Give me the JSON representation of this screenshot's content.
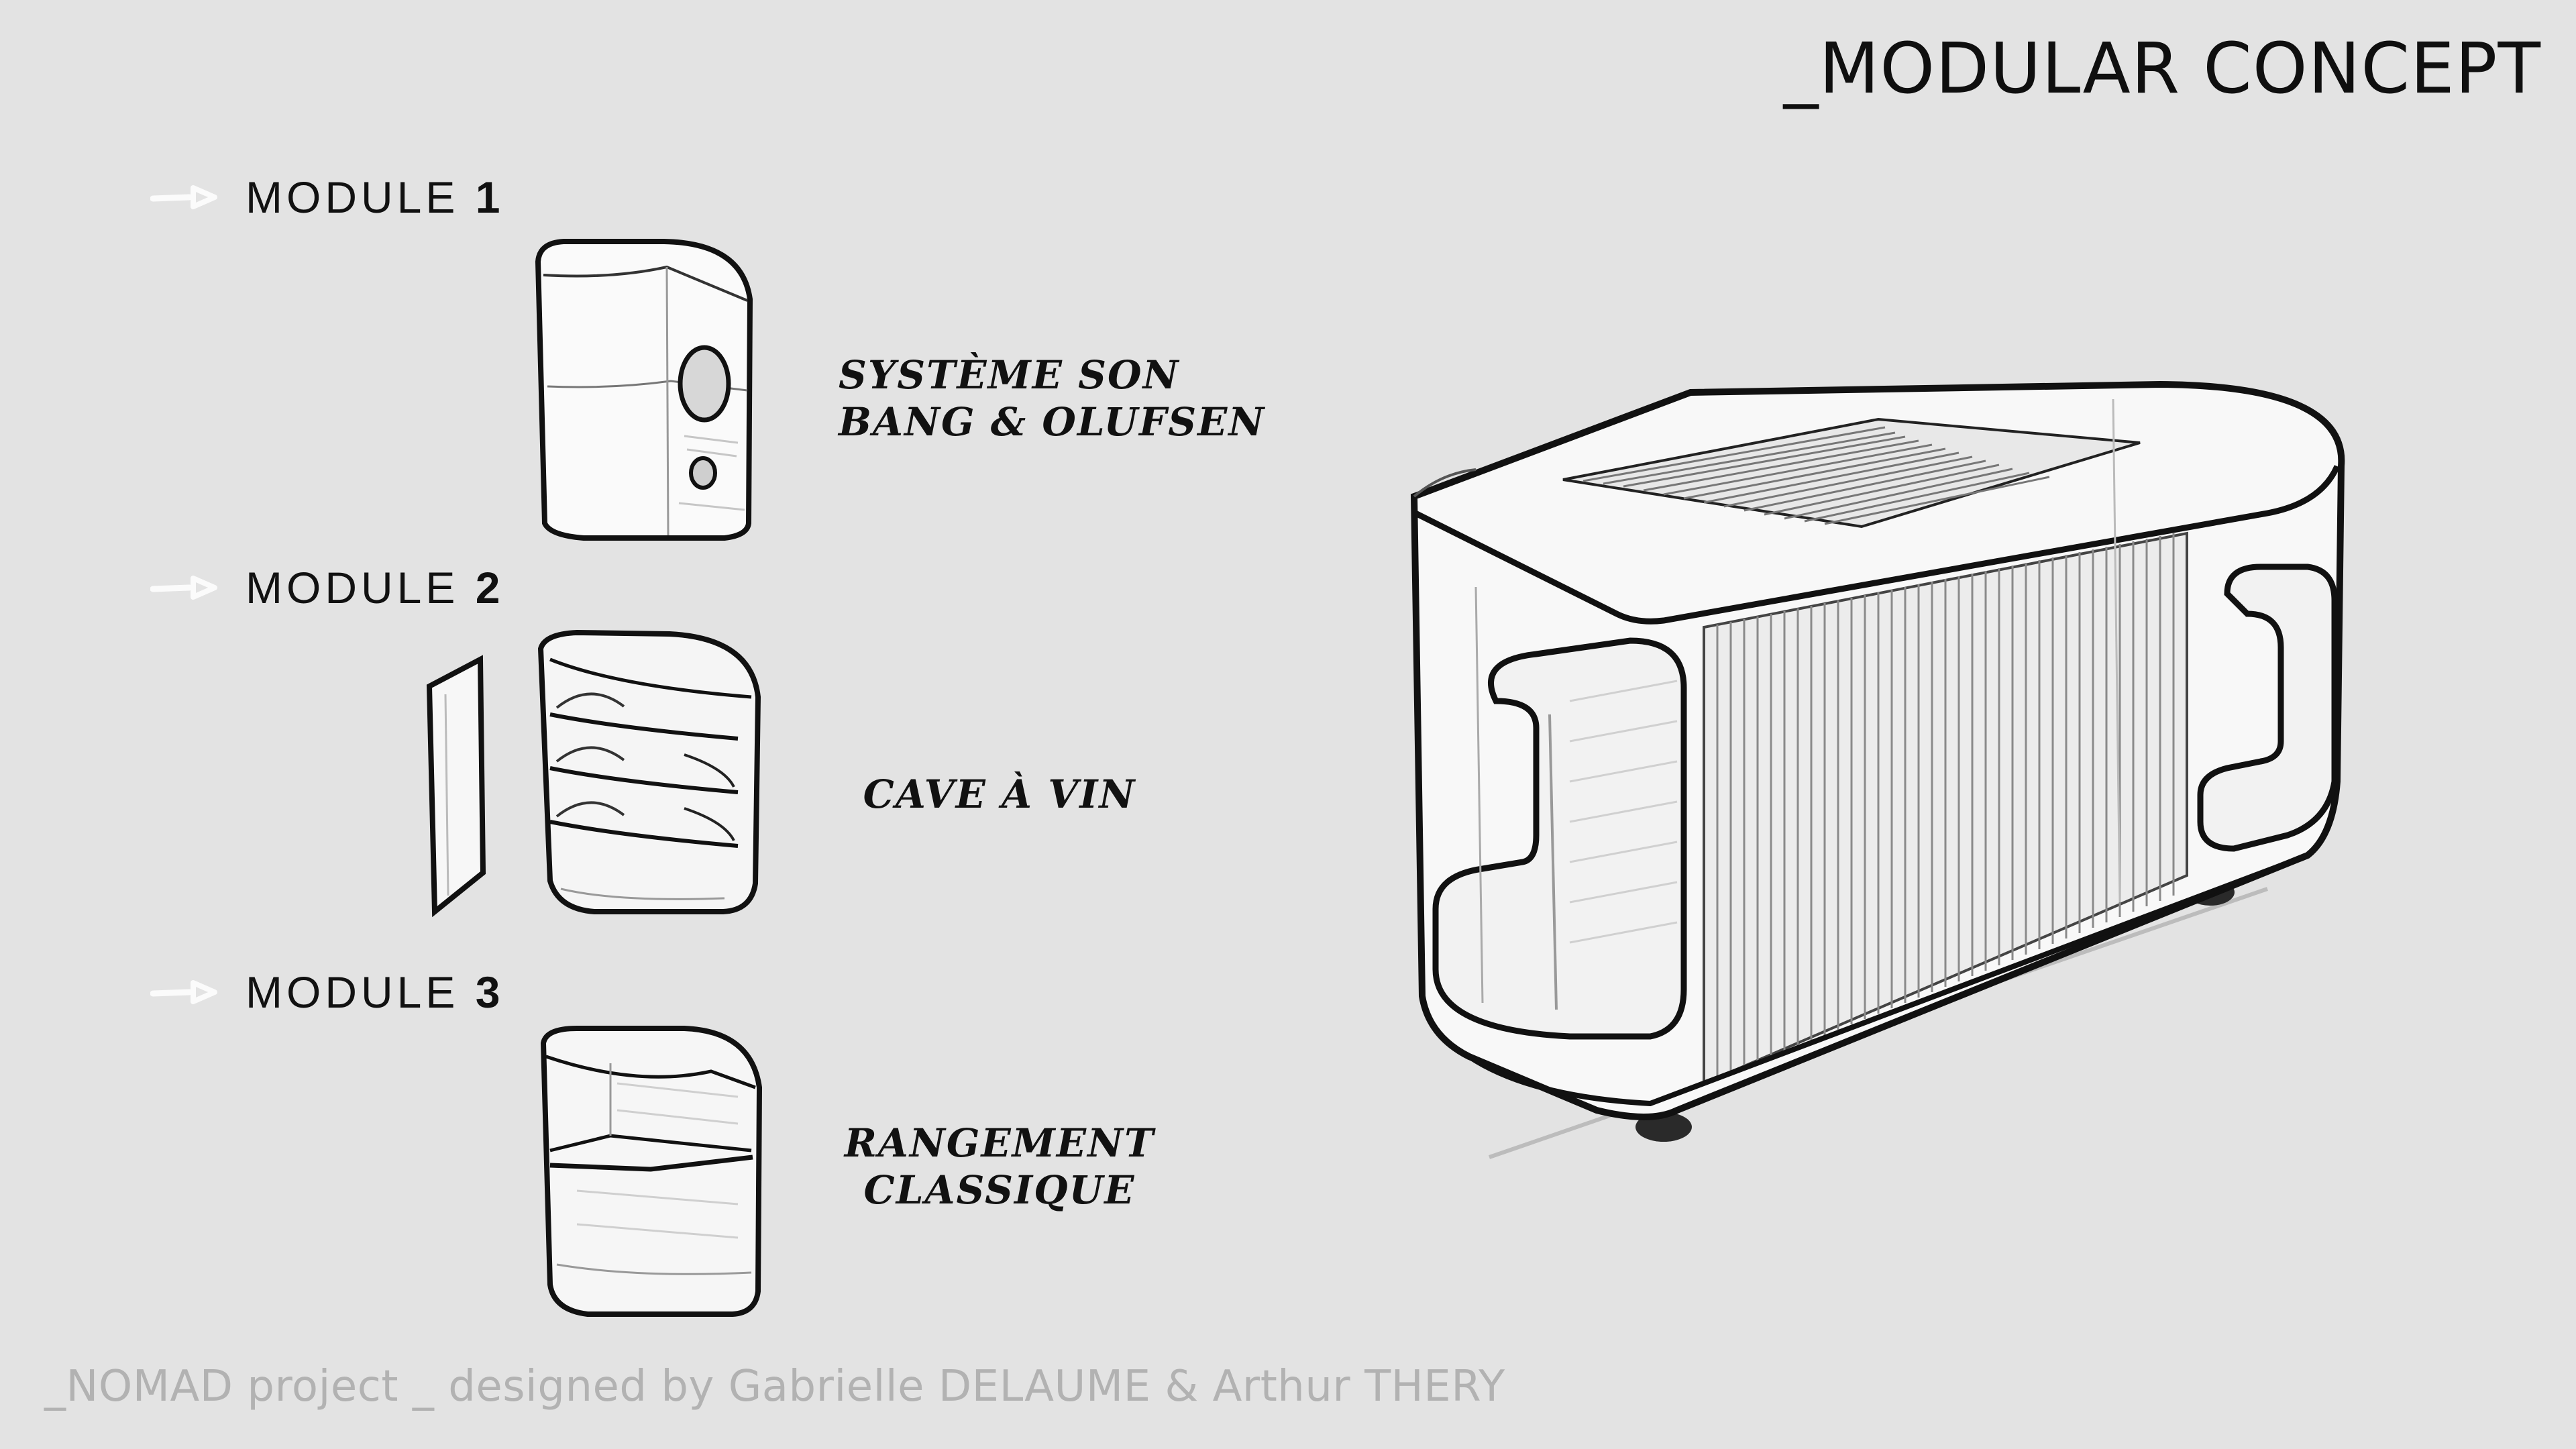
{
  "title": "_MODULAR CONCEPT",
  "modules": [
    {
      "label": "MODULE",
      "number": "1",
      "caption_lines": [
        "SYSTÈME SON",
        "BANG & OLUFSEN"
      ],
      "sketch_icon": "speaker-module-sketch"
    },
    {
      "label": "MODULE",
      "number": "2",
      "caption_lines": [
        "CAVE À VIN"
      ],
      "sketch_icon": "wine-cellar-module-sketch"
    },
    {
      "label": "MODULE",
      "number": "3",
      "caption_lines": [
        "RANGEMENT",
        "CLASSIQUE"
      ],
      "sketch_icon": "storage-module-sketch"
    }
  ],
  "main_sketch_icon": "modular-cart-sketch",
  "arrow_icon": "arrow-right-icon",
  "footer": "_NOMAD project _ designed by Gabrielle DELAUME & Arthur THERY",
  "colors": {
    "background": "#e3e3e3",
    "ink": "#111111",
    "footer_text": "#b2b2b2",
    "surface": "#fafafa"
  }
}
